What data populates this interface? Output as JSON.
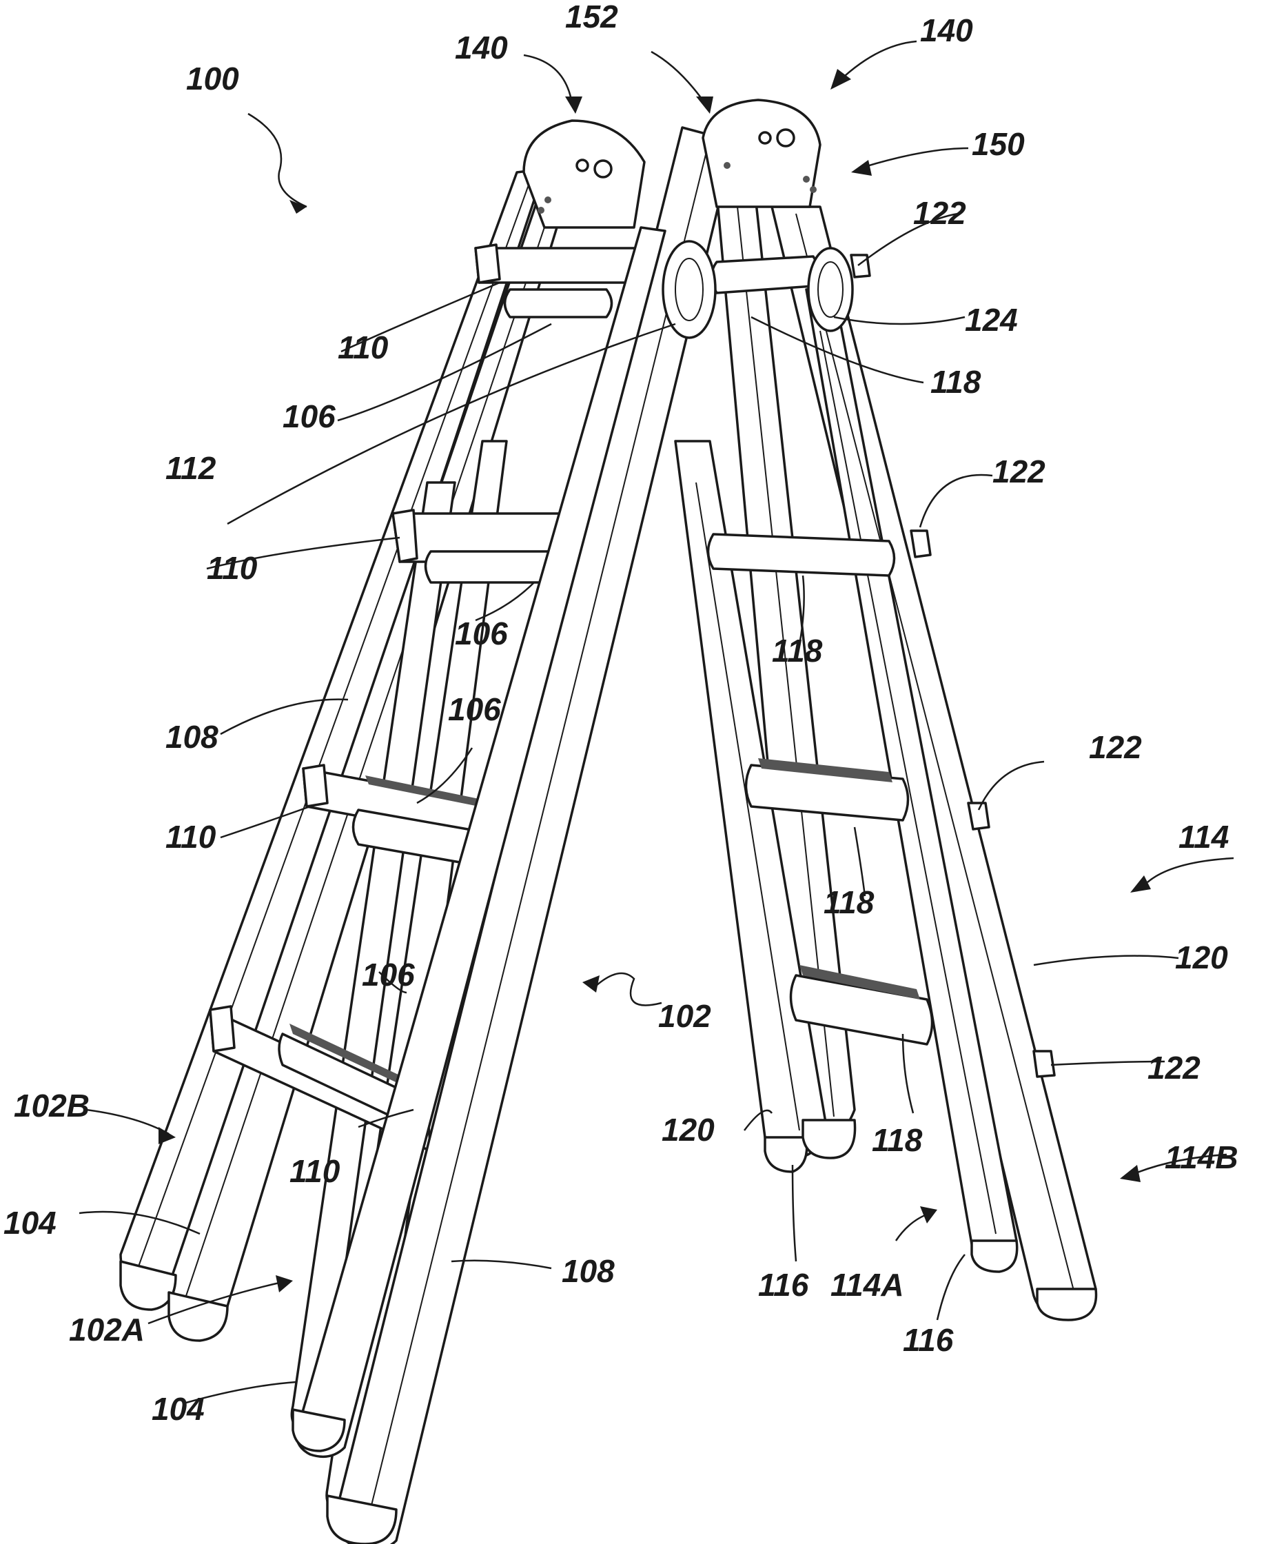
{
  "figure": {
    "labels": {
      "l100": "100",
      "l140a": "140",
      "l152": "152",
      "l140b": "140",
      "l150": "150",
      "l122a": "122",
      "l124": "124",
      "l110a": "110",
      "l106a": "106",
      "l118a": "118",
      "l112": "112",
      "l122b": "122",
      "l110b": "110",
      "l106b": "106",
      "l118b": "118",
      "l108a": "108",
      "l106c": "106",
      "l122c": "122",
      "l110c": "110",
      "l114": "114",
      "l118c": "118",
      "l120a": "120",
      "l106d": "106",
      "l102": "102",
      "l122d": "122",
      "l102b": "102B",
      "l120b": "120",
      "l110d": "110",
      "l118d": "118",
      "l114b": "114B",
      "l104a": "104",
      "l108b": "108",
      "l116a": "116",
      "l114a": "114A",
      "l102a": "102A",
      "l116b": "116",
      "l104b": "104"
    }
  }
}
